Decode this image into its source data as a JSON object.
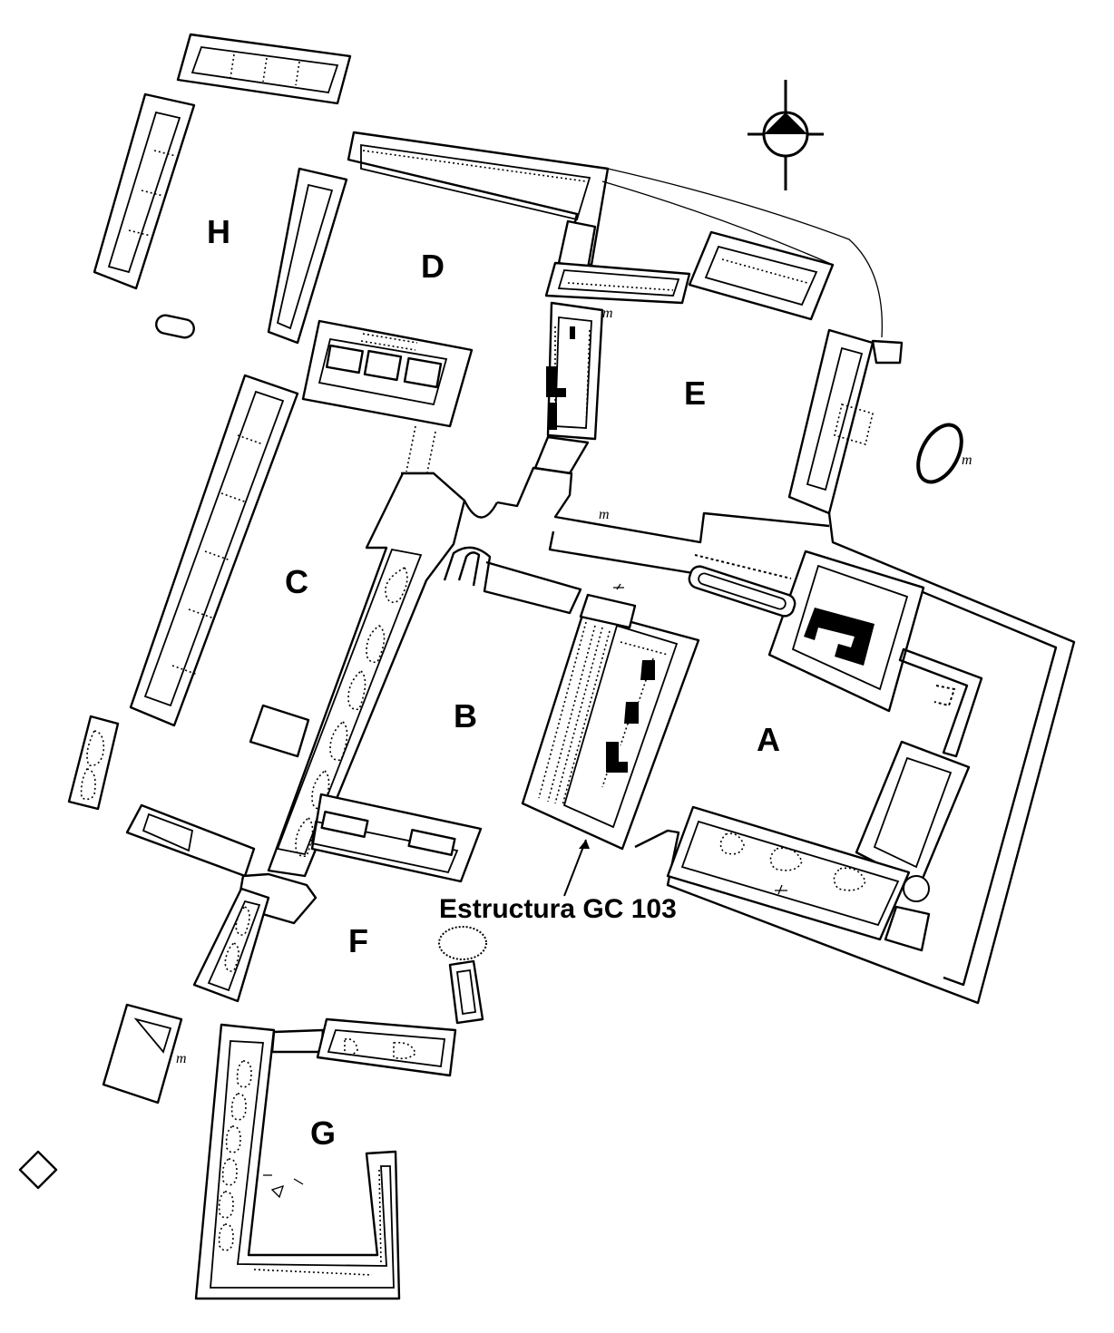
{
  "plazas": {
    "A": "A",
    "B": "B",
    "C": "C",
    "D": "D",
    "E": "E",
    "F": "F",
    "G": "G",
    "H": "H"
  },
  "caption": "Estructura GC 103",
  "north_arrow_icon": "north-arrow-compass-icon",
  "annotation_mark": "m"
}
